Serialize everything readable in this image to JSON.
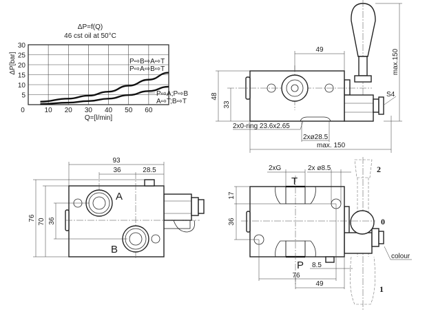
{
  "chart_data": {
    "type": "line",
    "title": "ΔP=f(Q)",
    "subtitle": "46 cst oil at 50°C",
    "xlabel": "Q=[l/min]",
    "ylabel": "ΔP[bar]",
    "xlim": [
      0,
      70
    ],
    "ylim": [
      0,
      30
    ],
    "x_ticks": [
      "0",
      "10",
      "20",
      "30",
      "40",
      "50",
      "60"
    ],
    "y_ticks": [
      "5",
      "10",
      "15",
      "20",
      "25",
      "30"
    ],
    "grid": true,
    "series": [
      {
        "name": "P⇨B⇨A⇨T / P⇨A⇨B⇨T",
        "x": [
          6,
          20,
          30,
          40,
          50,
          60,
          70
        ],
        "y": [
          1.5,
          3,
          4.5,
          6.5,
          9.5,
          12.5,
          16
        ]
      },
      {
        "name": "P⇨A;P⇨B / A⇨T;B⇨T",
        "x": [
          6,
          20,
          30,
          40,
          50,
          60,
          70
        ],
        "y": [
          0.3,
          1,
          1.8,
          3,
          4.8,
          6.8,
          9
        ]
      }
    ],
    "annotations": [
      "P⇨B⇨A⇨T",
      "P⇨A⇨B⇨T",
      "P⇨A;P⇨B",
      "A⇨T;B⇨T"
    ]
  },
  "side_view": {
    "dim_49": "49",
    "dim_max150_v": "max.150",
    "dim_48": "48",
    "dim_33": "33",
    "s4": "S4",
    "oring": "2x0-ring  23.6x2.65",
    "port_dia": "2xø28.5",
    "dim_max150_h": "max.  150"
  },
  "front_view": {
    "dim_93": "93",
    "dim_36": "36",
    "dim_28_5": "28.5",
    "dim_76": "76",
    "dim_70": "70",
    "dim_36v": "36",
    "port_a": "A",
    "port_b": "B"
  },
  "section_view": {
    "thread": "2xG",
    "holes": "2x ø8.5",
    "port_t": "T",
    "port_p": "P",
    "dim_17": "17",
    "dim_36": "36",
    "dim_8_5": "8.5",
    "dim_76": "76",
    "dim_49": "49",
    "pos_2": "2",
    "pos_0": "0",
    "pos_1": "1",
    "colour": "colour"
  }
}
